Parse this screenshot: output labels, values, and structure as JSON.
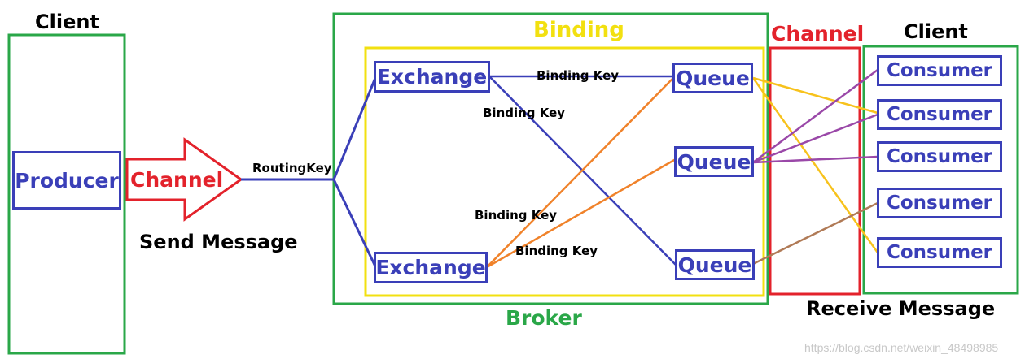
{
  "labels": {
    "client_left": "Client",
    "client_right": "Client",
    "channel_left": "Channel",
    "channel_right": "Channel",
    "binding": "Binding",
    "broker": "Broker",
    "routing_key": "RoutingKey",
    "send_message": "Send Message",
    "receive_message": "Receive Message",
    "binding_key_1": "Binding Key",
    "binding_key_2": "Binding Key",
    "binding_key_3": "Binding Key",
    "binding_key_4": "Binding Key"
  },
  "nodes": {
    "producer": "Producer",
    "exchanges": [
      "Exchange",
      "Exchange"
    ],
    "queues": [
      "Queue",
      "Queue",
      "Queue"
    ],
    "consumers": [
      "Consumer",
      "Consumer",
      "Consumer",
      "Consumer",
      "Consumer"
    ]
  },
  "watermark": "https://blog.csdn.net/weixin_48498985",
  "colors": {
    "client_border": "#2aa748",
    "broker_border": "#2aa748",
    "binding_border": "#f2e010",
    "channel_border": "#e3222b",
    "node_border": "#3a3fb8",
    "routing_line": "#3a3fb8",
    "binding_orange": "#f0822a",
    "consumer_yellow": "#f7c21c",
    "consumer_purple": "#9a48a8",
    "consumer_brown": "#b07a56"
  }
}
